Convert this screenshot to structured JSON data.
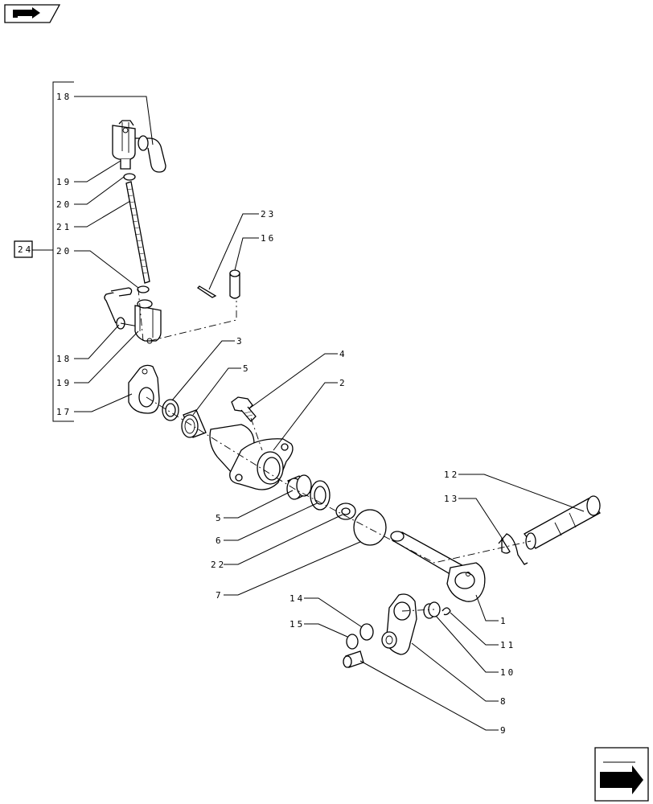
{
  "assembly_label": "24",
  "callouts": {
    "c1": "1",
    "c2": "2",
    "c3": "3",
    "c4": "4",
    "c5a": "5",
    "c5b": "5",
    "c6": "6",
    "c7": "7",
    "c8": "8",
    "c9": "9",
    "c10": "10",
    "c11": "11",
    "c12": "12",
    "c13": "13",
    "c14": "14",
    "c15": "15",
    "c16": "16",
    "c17": "17",
    "c18a": "18",
    "c18b": "18",
    "c19a": "19",
    "c19b": "19",
    "c20a": "20",
    "c20b": "20",
    "c21": "21",
    "c22": "22",
    "c23": "23"
  },
  "icons": {
    "top_left": "book-arrow-icon",
    "bottom_right": "next-page-arrow-icon"
  }
}
